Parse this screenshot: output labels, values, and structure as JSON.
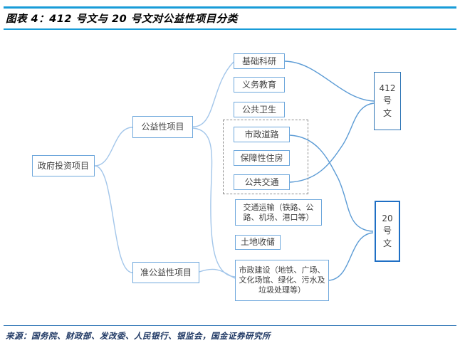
{
  "title": "图表 4：412 号文与 20 号文对公益性项目分类",
  "source": "来源：国务院、财政部、发改委、人民银行、银监会，国金证券研究所",
  "diagram": {
    "root": {
      "label": "政府投资项目"
    },
    "branches": {
      "public": {
        "label": "公益性项目"
      },
      "quasi": {
        "label": "准公益性项目"
      }
    },
    "items": {
      "basic_research": "基础科研",
      "compulsory_education": "义务教育",
      "public_health": "公共卫生",
      "municipal_roads": "市政道路",
      "affordable_housing": "保障性住房",
      "public_transport": "公共交通",
      "transportation": "交通运输（铁路、公路、机场、港口等）",
      "land_reserve": "土地收储",
      "municipal_construction": "市政建设（地铁、广场、文化场馆、绿化、污水及垃圾处理等）"
    },
    "documents": {
      "doc412": "412\n号\n文",
      "doc20": "20\n号\n文"
    }
  },
  "colors": {
    "title_rule_blue": "#189cd8",
    "node_border_blue": "#6fa8dc",
    "doc_border_blue_412": "#2e75b6",
    "doc_border_blue_20": "#1f6fc4",
    "connector_light_blue": "#a3c6ea",
    "connector_blue": "#5b9bd5",
    "source_text_navy": "#1f3864"
  }
}
